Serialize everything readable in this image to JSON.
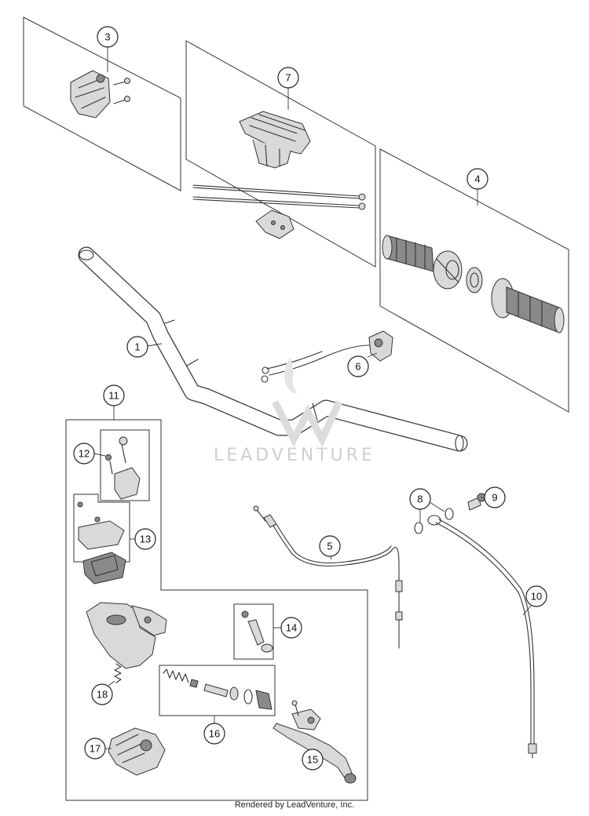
{
  "callouts": [
    {
      "id": "1",
      "label": "1"
    },
    {
      "id": "3",
      "label": "3"
    },
    {
      "id": "4",
      "label": "4"
    },
    {
      "id": "5",
      "label": "5"
    },
    {
      "id": "6",
      "label": "6"
    },
    {
      "id": "7",
      "label": "7"
    },
    {
      "id": "8",
      "label": "8"
    },
    {
      "id": "9",
      "label": "9"
    },
    {
      "id": "10",
      "label": "10"
    },
    {
      "id": "11",
      "label": "11"
    },
    {
      "id": "12",
      "label": "12"
    },
    {
      "id": "13",
      "label": "13"
    },
    {
      "id": "14",
      "label": "14"
    },
    {
      "id": "15",
      "label": "15"
    },
    {
      "id": "16",
      "label": "16"
    },
    {
      "id": "17",
      "label": "17"
    },
    {
      "id": "18",
      "label": "18"
    }
  ],
  "watermark": "LEADVENTURE",
  "footer": "Rendered by LeadVenture, Inc."
}
